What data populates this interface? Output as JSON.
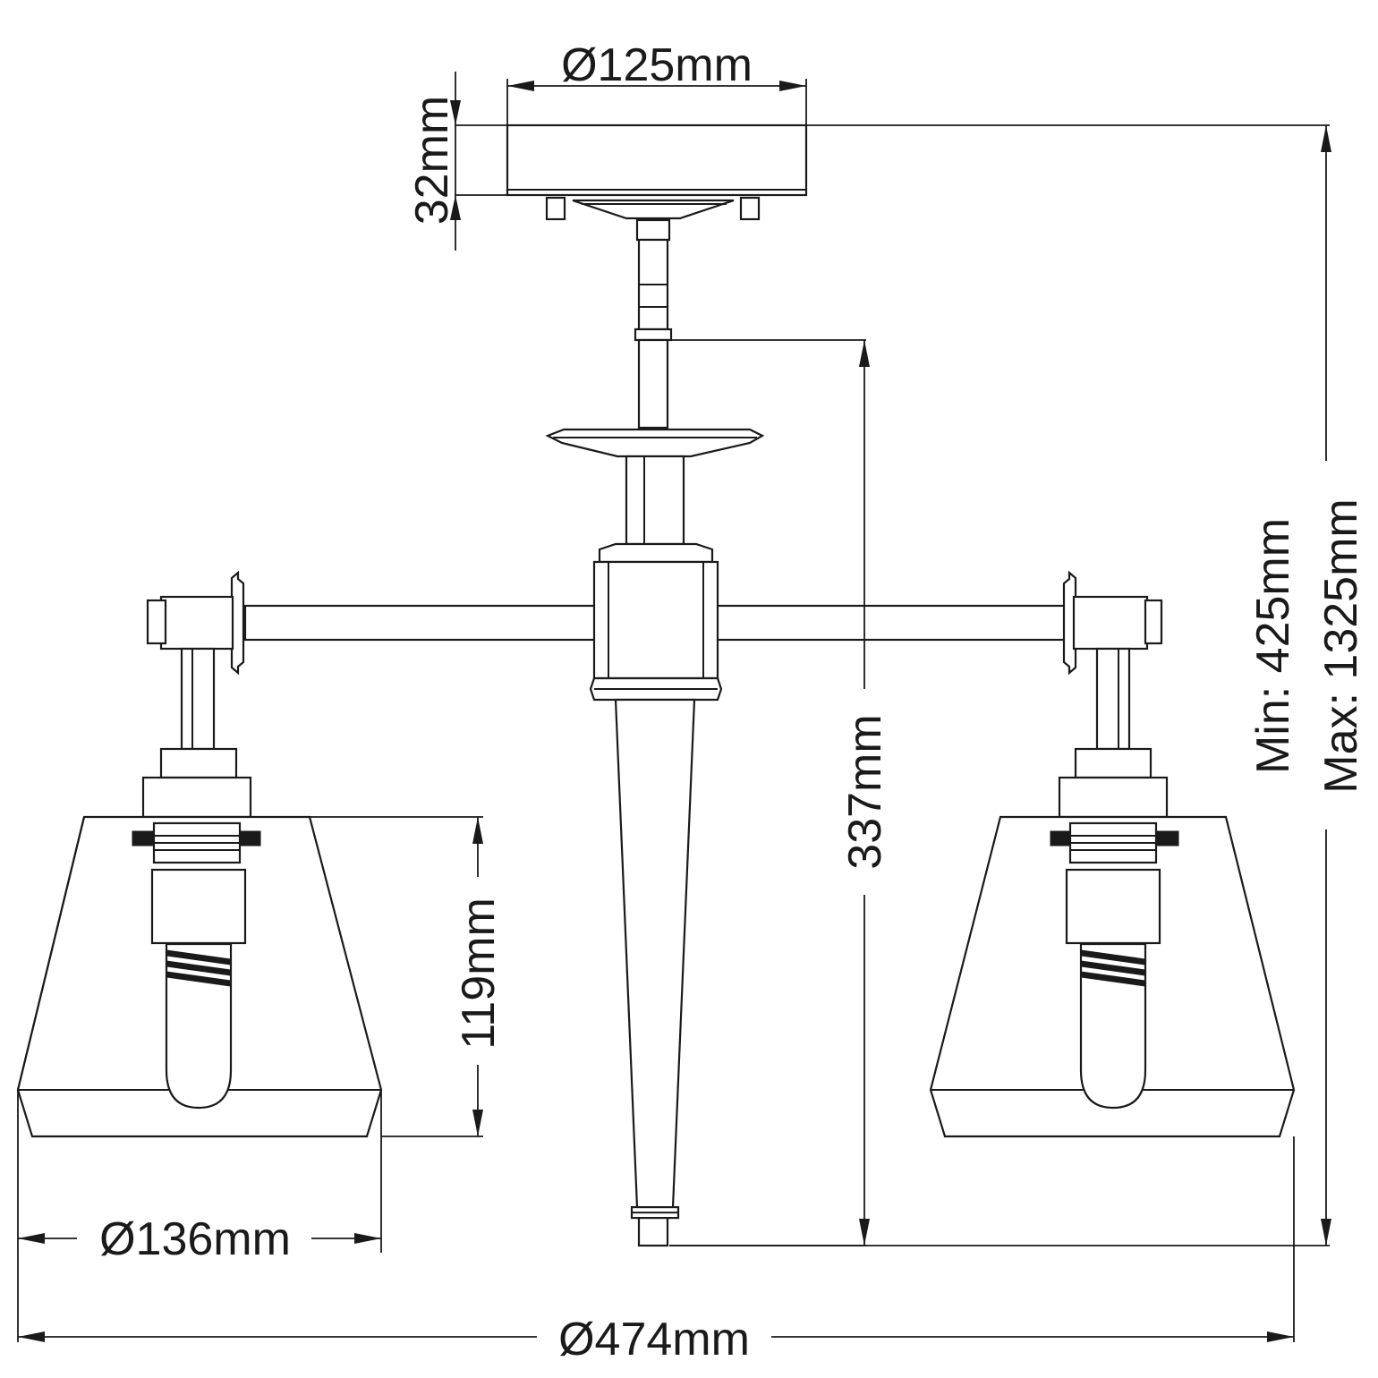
{
  "dimensions": {
    "canopy_diameter": "Ø125mm",
    "canopy_height": "32mm",
    "body_drop": "337mm",
    "shade_height": "119mm",
    "shade_diameter": "Ø136mm",
    "overall_diameter": "Ø474mm",
    "height_min": "Min: 425mm",
    "height_max": "Max: 1325mm"
  },
  "colors": {
    "line": "#1a1a1a",
    "background": "#ffffff"
  }
}
